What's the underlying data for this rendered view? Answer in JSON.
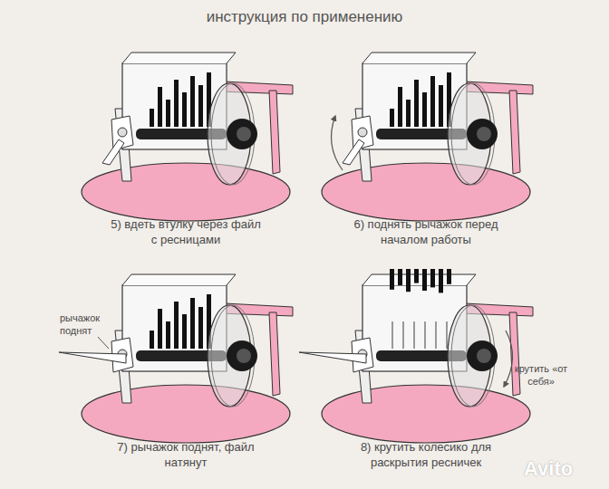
{
  "diagram": {
    "title": "инструкция по применению",
    "labels": [
      "5) вдеть втулку через файл с ресницами",
      "6) поднять рычажок перед началом работы",
      "7) рычажок поднят, файл натянут",
      "8) крутить колесико для раскрытия ресничек",
      "рычажок поднят",
      "крутить «от себя»",
      "Avito"
    ]
  }
}
